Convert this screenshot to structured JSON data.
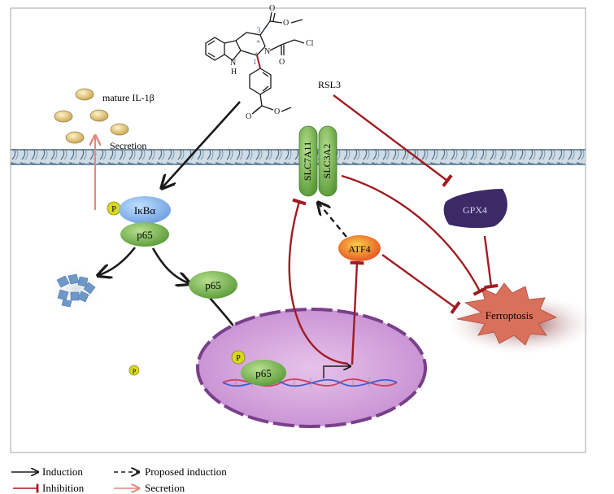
{
  "drug": {
    "name": "RSL3",
    "atoms": {
      "nh": "N",
      "h": "H",
      "n": "N",
      "cl": "Cl",
      "o1": "O",
      "o2": "O",
      "o3": "O",
      "o4": "O",
      "o5": "O"
    },
    "stereo": {
      "c3": "3",
      "c1": "1",
      "star": "*"
    }
  },
  "nodes": {
    "mature_il1b": "mature IL-1β",
    "secretion": "Secretion",
    "p_badge": "P",
    "ikba": "IκBα",
    "p65_complex": "p65",
    "p65_free": "p65",
    "p65_nuclear": "p65",
    "slc7a11": "SLC7A11",
    "slc3a2": "SLC3A2",
    "atf4": "ATF4",
    "gpx4": "GPX4",
    "ferroptosis": "Ferroptosis",
    "free_p": "P",
    "nuclear_p": "P"
  },
  "legend": {
    "induction": "Induction",
    "inhibition": "Inhibition",
    "proposed_induction": "Proposed induction",
    "secretion": "Secretion"
  },
  "colors": {
    "induction": "#1a1a1a",
    "inhibition": "#a01c22",
    "secretion": "#e08a80",
    "membrane": "#9fb6c8",
    "ikba": "#7fb0e8",
    "p65": "#7bb85a",
    "slc": "#5e9b3e",
    "atf4": "#f3a020",
    "gpx4": "#3b2a66",
    "ferroptosis": "#d9705c",
    "nucleus": "#d6a8dc",
    "p_badge": "#d8d820"
  }
}
